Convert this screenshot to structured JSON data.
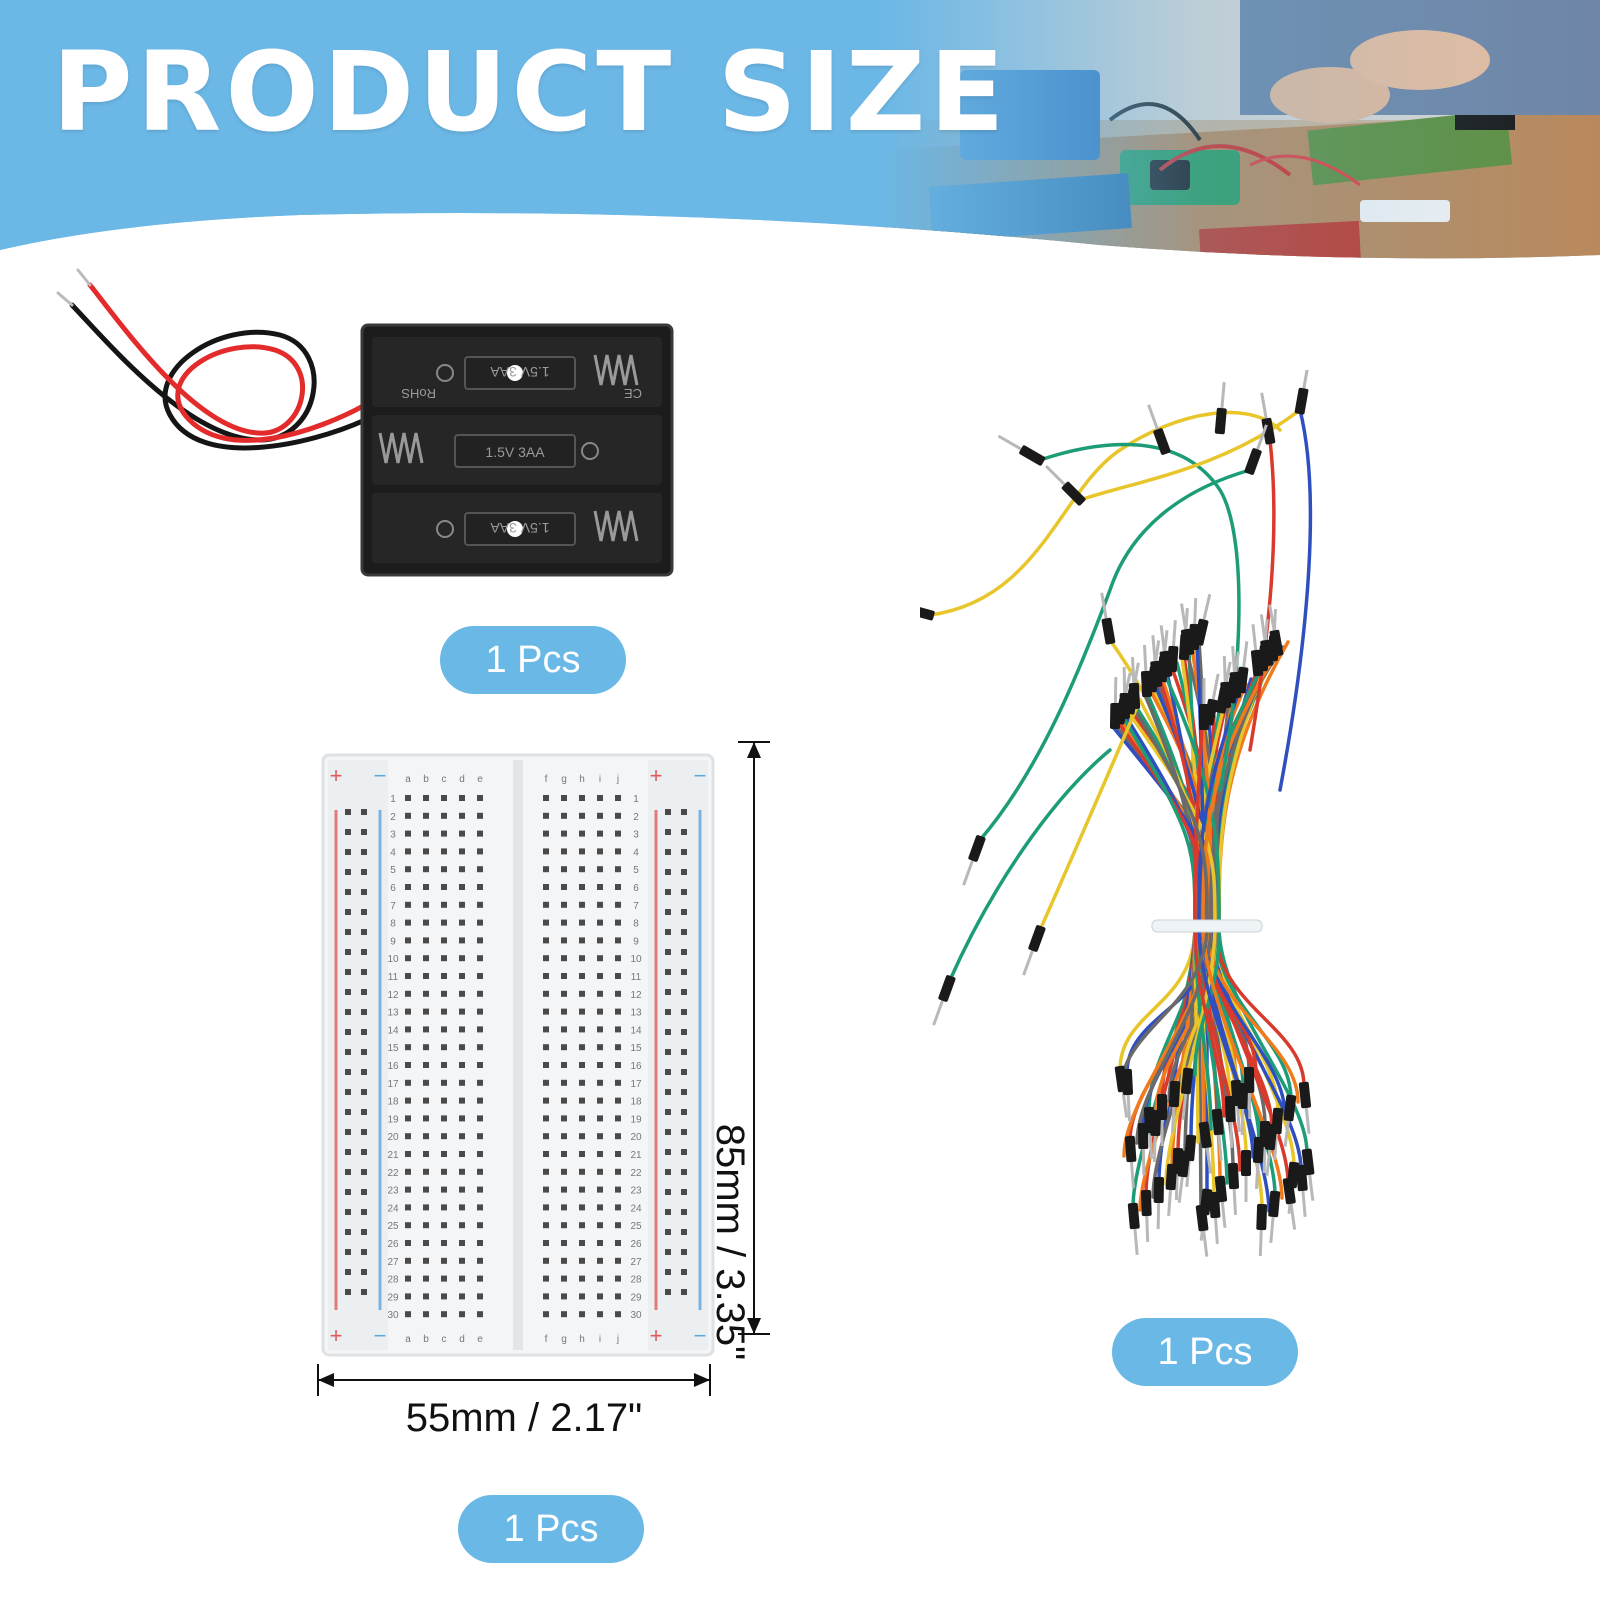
{
  "banner": {
    "title": "PRODUCT SIZE",
    "background_color": "#6bb7e6",
    "photo": "electronics-workbench-photo"
  },
  "products": [
    {
      "name": "battery-holder",
      "quantity_label": "1 Pcs",
      "cells": [
        "1.5V 3AA",
        "1.5V 3AA",
        "1.5V 3AA"
      ],
      "markings": [
        "RoHS",
        "CE"
      ]
    },
    {
      "name": "jumper-wires",
      "quantity_label": "1 Pcs"
    },
    {
      "name": "breadboard",
      "quantity_label": "1 Pcs",
      "width_label": "55mm / 2.17\"",
      "height_label": "85mm / 3.35\"",
      "column_letters_left": "abcde",
      "column_letters_right": "fghij",
      "rows": 30
    }
  ],
  "colors": {
    "pill": "#6ab8e6",
    "wire_red": "#e32b2b",
    "wire_black": "#151515",
    "jumper": [
      "#e8c52a",
      "#1d9c78",
      "#d83a2c",
      "#2f4fbf",
      "#f07b1d",
      "#6a6a6a"
    ]
  }
}
